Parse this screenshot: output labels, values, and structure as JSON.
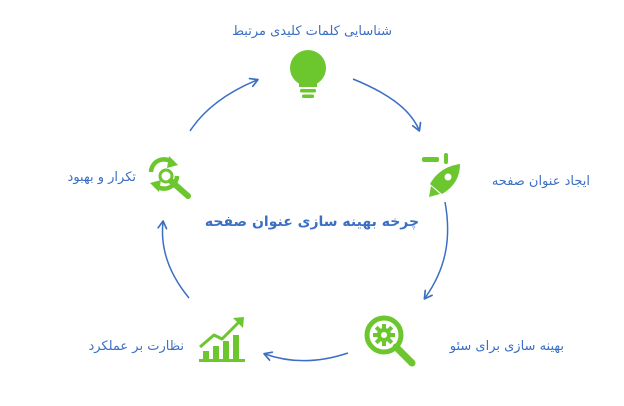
{
  "diagram": {
    "center_title": "چرخه بهینه سازی عنوان صفحه",
    "steps": [
      {
        "label": "شناسایی کلمات کلیدی مرتبط",
        "icon": "lightbulb-icon"
      },
      {
        "label": "ایجاد عنوان صفحه",
        "icon": "rocket-icon"
      },
      {
        "label": "بهینه سازی برای سئو",
        "icon": "magnifier-gear-icon"
      },
      {
        "label": "نظارت بر عملکرد",
        "icon": "growth-chart-icon"
      },
      {
        "label": "تکرار و بهبود",
        "icon": "refresh-search-icon"
      }
    ],
    "colors": {
      "text": "#3b6fc4",
      "icon": "#6cc62e",
      "arrow": "#3b6fc4"
    }
  }
}
